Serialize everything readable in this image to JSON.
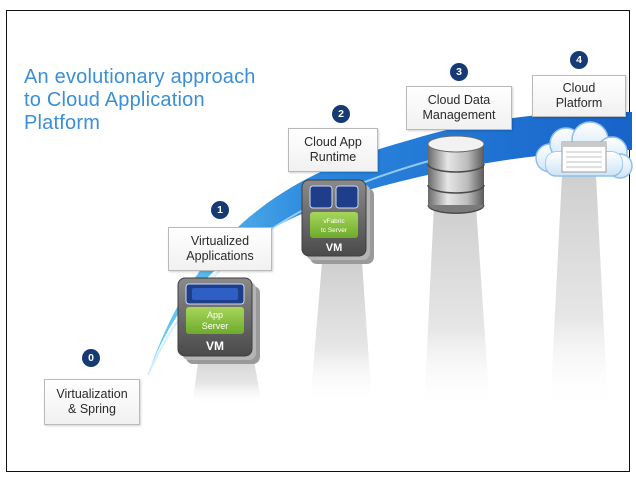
{
  "title": "An evolutionary approach\nto Cloud Application\nPlatform",
  "colors": {
    "title": "#3a8fd6",
    "swoosh_dark": "#1f6fcf",
    "swoosh_light": "#5cc4f0",
    "badge": "#163b74",
    "app_green": "#8cc63f",
    "vm_dark": "#555555"
  },
  "steps": [
    {
      "number": "0",
      "label": "Virtualization\n& Spring"
    },
    {
      "number": "1",
      "label": "Virtualized\nApplications"
    },
    {
      "number": "2",
      "label": "Cloud App\nRuntime"
    },
    {
      "number": "3",
      "label": "Cloud Data\nManagement"
    },
    {
      "number": "4",
      "label": "Cloud\nPlatform"
    }
  ],
  "icons": {
    "vm1": {
      "app_line1": "App",
      "app_line2": "Server",
      "vm": "VM"
    },
    "vm2": {
      "app_line1": "vFabric",
      "app_line2": "tc Server",
      "vm": "VM"
    },
    "database": "database-icon",
    "cloud": "cloud-icon"
  }
}
